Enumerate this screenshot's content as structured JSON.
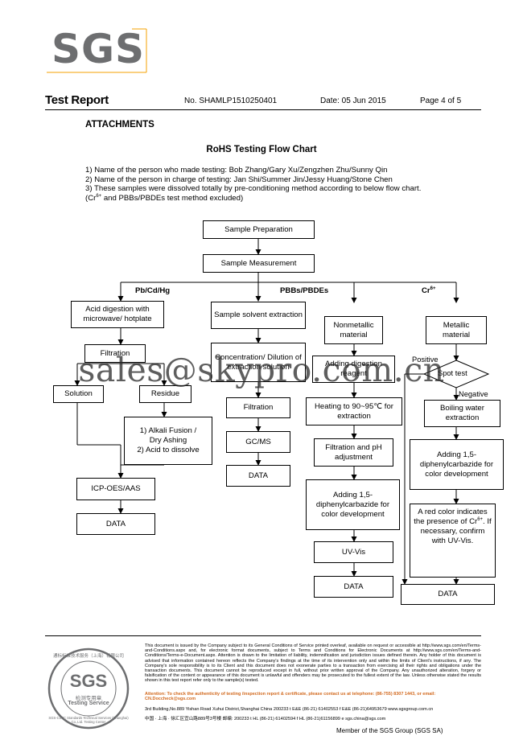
{
  "header": {
    "logo": "SGS",
    "title": "Test Report",
    "report_no": "No. SHAMLP1510250401",
    "date": "Date: 05 Jun 2015",
    "page": "Page 4 of 5"
  },
  "section": "ATTACHMENTS",
  "flowchart_title": "RoHS Testing Flow Chart",
  "notes": {
    "line1": "1) Name of the person who made testing: Bob Zhang/Gary Xu/Zengzhen Zhu/Sunny Qin",
    "line2": "2) Name of the person in charge of testing: Jan Shi/Summer Jin/Jessy Huang/Stone Chen",
    "line3": "3) These samples were dissolved totally by pre-conditioning method according to below flow chart.",
    "line4_pre": "(Cr",
    "line4_sup": "6+",
    "line4_post": " and PBBs/PBDEs test method excluded)"
  },
  "flow": {
    "sample_preparation": "Sample Preparation",
    "sample_measurement": "Sample Measurement",
    "branch_metals": "Pb/Cd/Hg",
    "branch_pbb": "PBBs/PBDEs",
    "branch_cr": "Cr",
    "branch_cr_sup": "6+",
    "acid_digestion": "Acid digestion with microwave/ hotplate",
    "filtration_left": "Filtration",
    "solution": "Solution",
    "residue": "Residue",
    "alkali_line1": "1) Alkali Fusion /",
    "alkali_line2": "Dry Ashing",
    "alkali_line3": "2) Acid to dissolve",
    "icp": "ICP-OES/AAS",
    "data_left": "DATA",
    "solvent_extraction": "Sample solvent extraction",
    "concentration": "Concentration/ Dilution of extraction solution",
    "filtration_mid": "Filtration",
    "gcms": "GC/MS",
    "data_mid": "DATA",
    "nonmetallic": "Nonmetallic material",
    "adding_digestion": "Adding digestion reagent",
    "heating": "Heating to 90~95℃ for extraction",
    "filtration_ph": "Filtration and pH adjustment",
    "adding_dpc_left": "Adding 1,5-diphenylcarbazide for color development",
    "uvvis": "UV-Vis",
    "data_cr_left": "DATA",
    "metallic": "Metallic material",
    "positive": "Positive",
    "spot_test": "Spot test",
    "negative": "Negative",
    "boiling_water": "Boiling water extraction",
    "adding_dpc_right": "Adding 1,5-diphenylcarbazide for color development",
    "red_color_pre": "A red color indicates the presence of Cr",
    "red_color_sup": "6+",
    "red_color_post": ". If necessary, confirm with UV-Vis.",
    "data_cr_right": "DATA"
  },
  "watermark": "sales@skypro.com.cn",
  "footer": {
    "seal_top": "通标标准技术服务（上海）有限公司",
    "seal_logo": "SGS",
    "seal_cn": "检测专用章",
    "seal_en": "Testing Service",
    "seal_bottom": "SGS-CSTC Standards Technical Services (Shanghai) Co.,Ltd. Testing Center",
    "disclaimer": "This document is issued by the Company subject to its General Conditions of Service printed overleaf, available on request or accessible at http://www.sgs.com/en/Terms-and-Conditions.aspx and, for electronic format documents, subject to Terms and Conditions for Electronic Documents at http://www.sgs.com/en/Terms-and-Conditions/Terms-e-Document.aspx. Attention is drawn to the limitation of liability, indemnification and jurisdiction issues defined therein. Any holder of this document is advised that information contained hereon reflects the Company's findings at the time of its intervention only and within the limits of Client's instructions, if any. The Company's sole responsibility is to its Client and this document does not exonerate parties to a transaction from exercising all their rights and obligations under the transaction documents. This document cannot be reproduced except in full, without prior written approval of the Company. Any unauthorized alteration, forgery or falsification of the content or appearance of this document is unlawful and offenders may be prosecuted to the fullest extent of the law. Unless otherwise stated the results shown in this test report refer only to the sample(s) tested.",
    "attention": "Attention: To check the authenticity of testing /inspection report & certificate, please contact us at telephone: (86-755) 8307 1443, or email: CN.Doccheck@sgs.com",
    "addr_en": "3rd Building,No.889 Yishan Road Xuhui District,Shanghai China    200233    t E&E (86-21) 61402553   f E&E (86-21)64953679    www.sgsgroup.com.cn",
    "addr_cn": "中国 · 上海 · 徐汇区宜山路889号3号楼    邮编: 200233    t HL (86-21) 61402594   f HL (86-21)61156899    e sgs.china@sgs.com",
    "member": "Member of the SGS Group (SGS SA)"
  }
}
